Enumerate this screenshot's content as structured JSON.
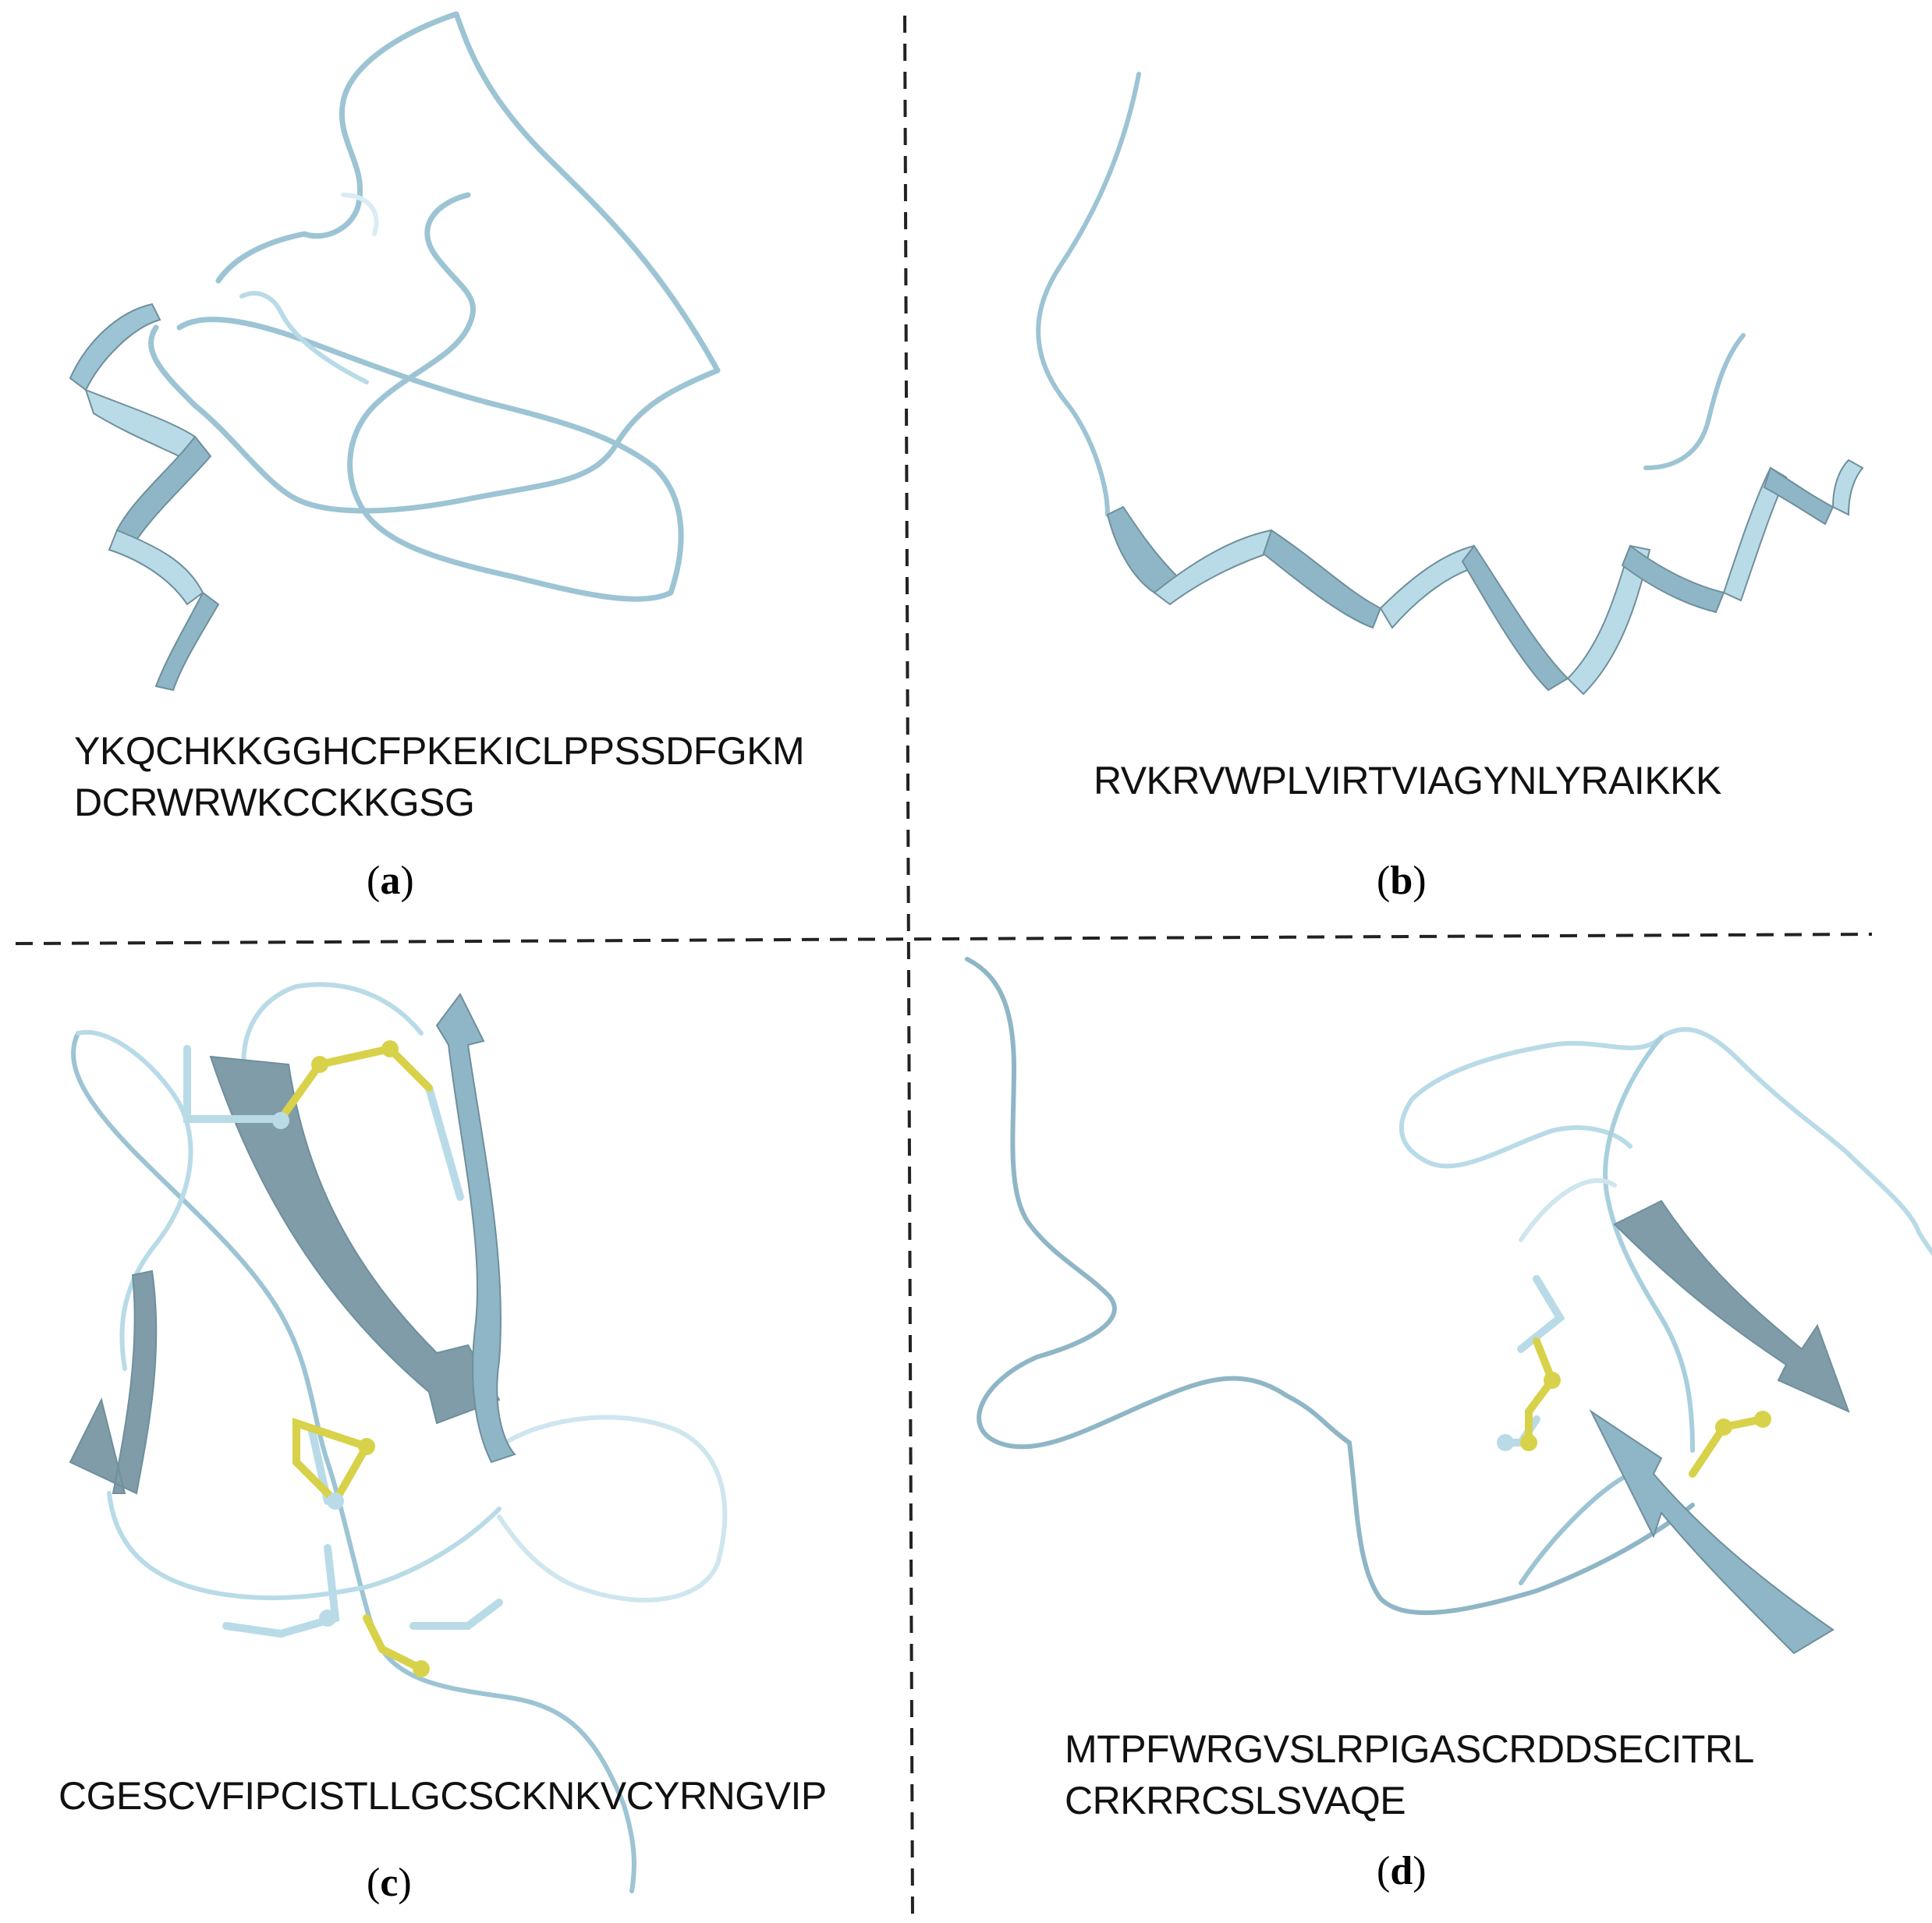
{
  "panels": {
    "a": {
      "sequence_lines": [
        "YKQCHKKGGHCFPKEKICLPPSSDFGKM",
        "DCRWRWKCCKKGSG"
      ],
      "label_open": "(",
      "label_letter": "a",
      "label_close": ")"
    },
    "b": {
      "sequence_lines": [
        "RVKRVWPLVIRTVIAGYNLYRAIKKK"
      ],
      "label_open": "(",
      "label_letter": "b",
      "label_close": ")"
    },
    "c": {
      "sequence_lines": [
        "CGESCVFIPCISTLLGCSCKNKVCYRNGVIP"
      ],
      "label_open": "(",
      "label_letter": "c",
      "label_close": ")"
    },
    "d": {
      "sequence_lines": [
        "MTPFWRGVSLRPIGASCRDDSECITRL",
        "CRKRRCSLSVAQE"
      ],
      "label_open": "(",
      "label_letter": "d",
      "label_close": ")"
    }
  },
  "colors": {
    "ribbon_light": "#b9dbe8",
    "ribbon_mid": "#9cc4d4",
    "ribbon_dark": "#6f8f9c",
    "disulfide": "#d8d24a",
    "divider": "#222222"
  }
}
